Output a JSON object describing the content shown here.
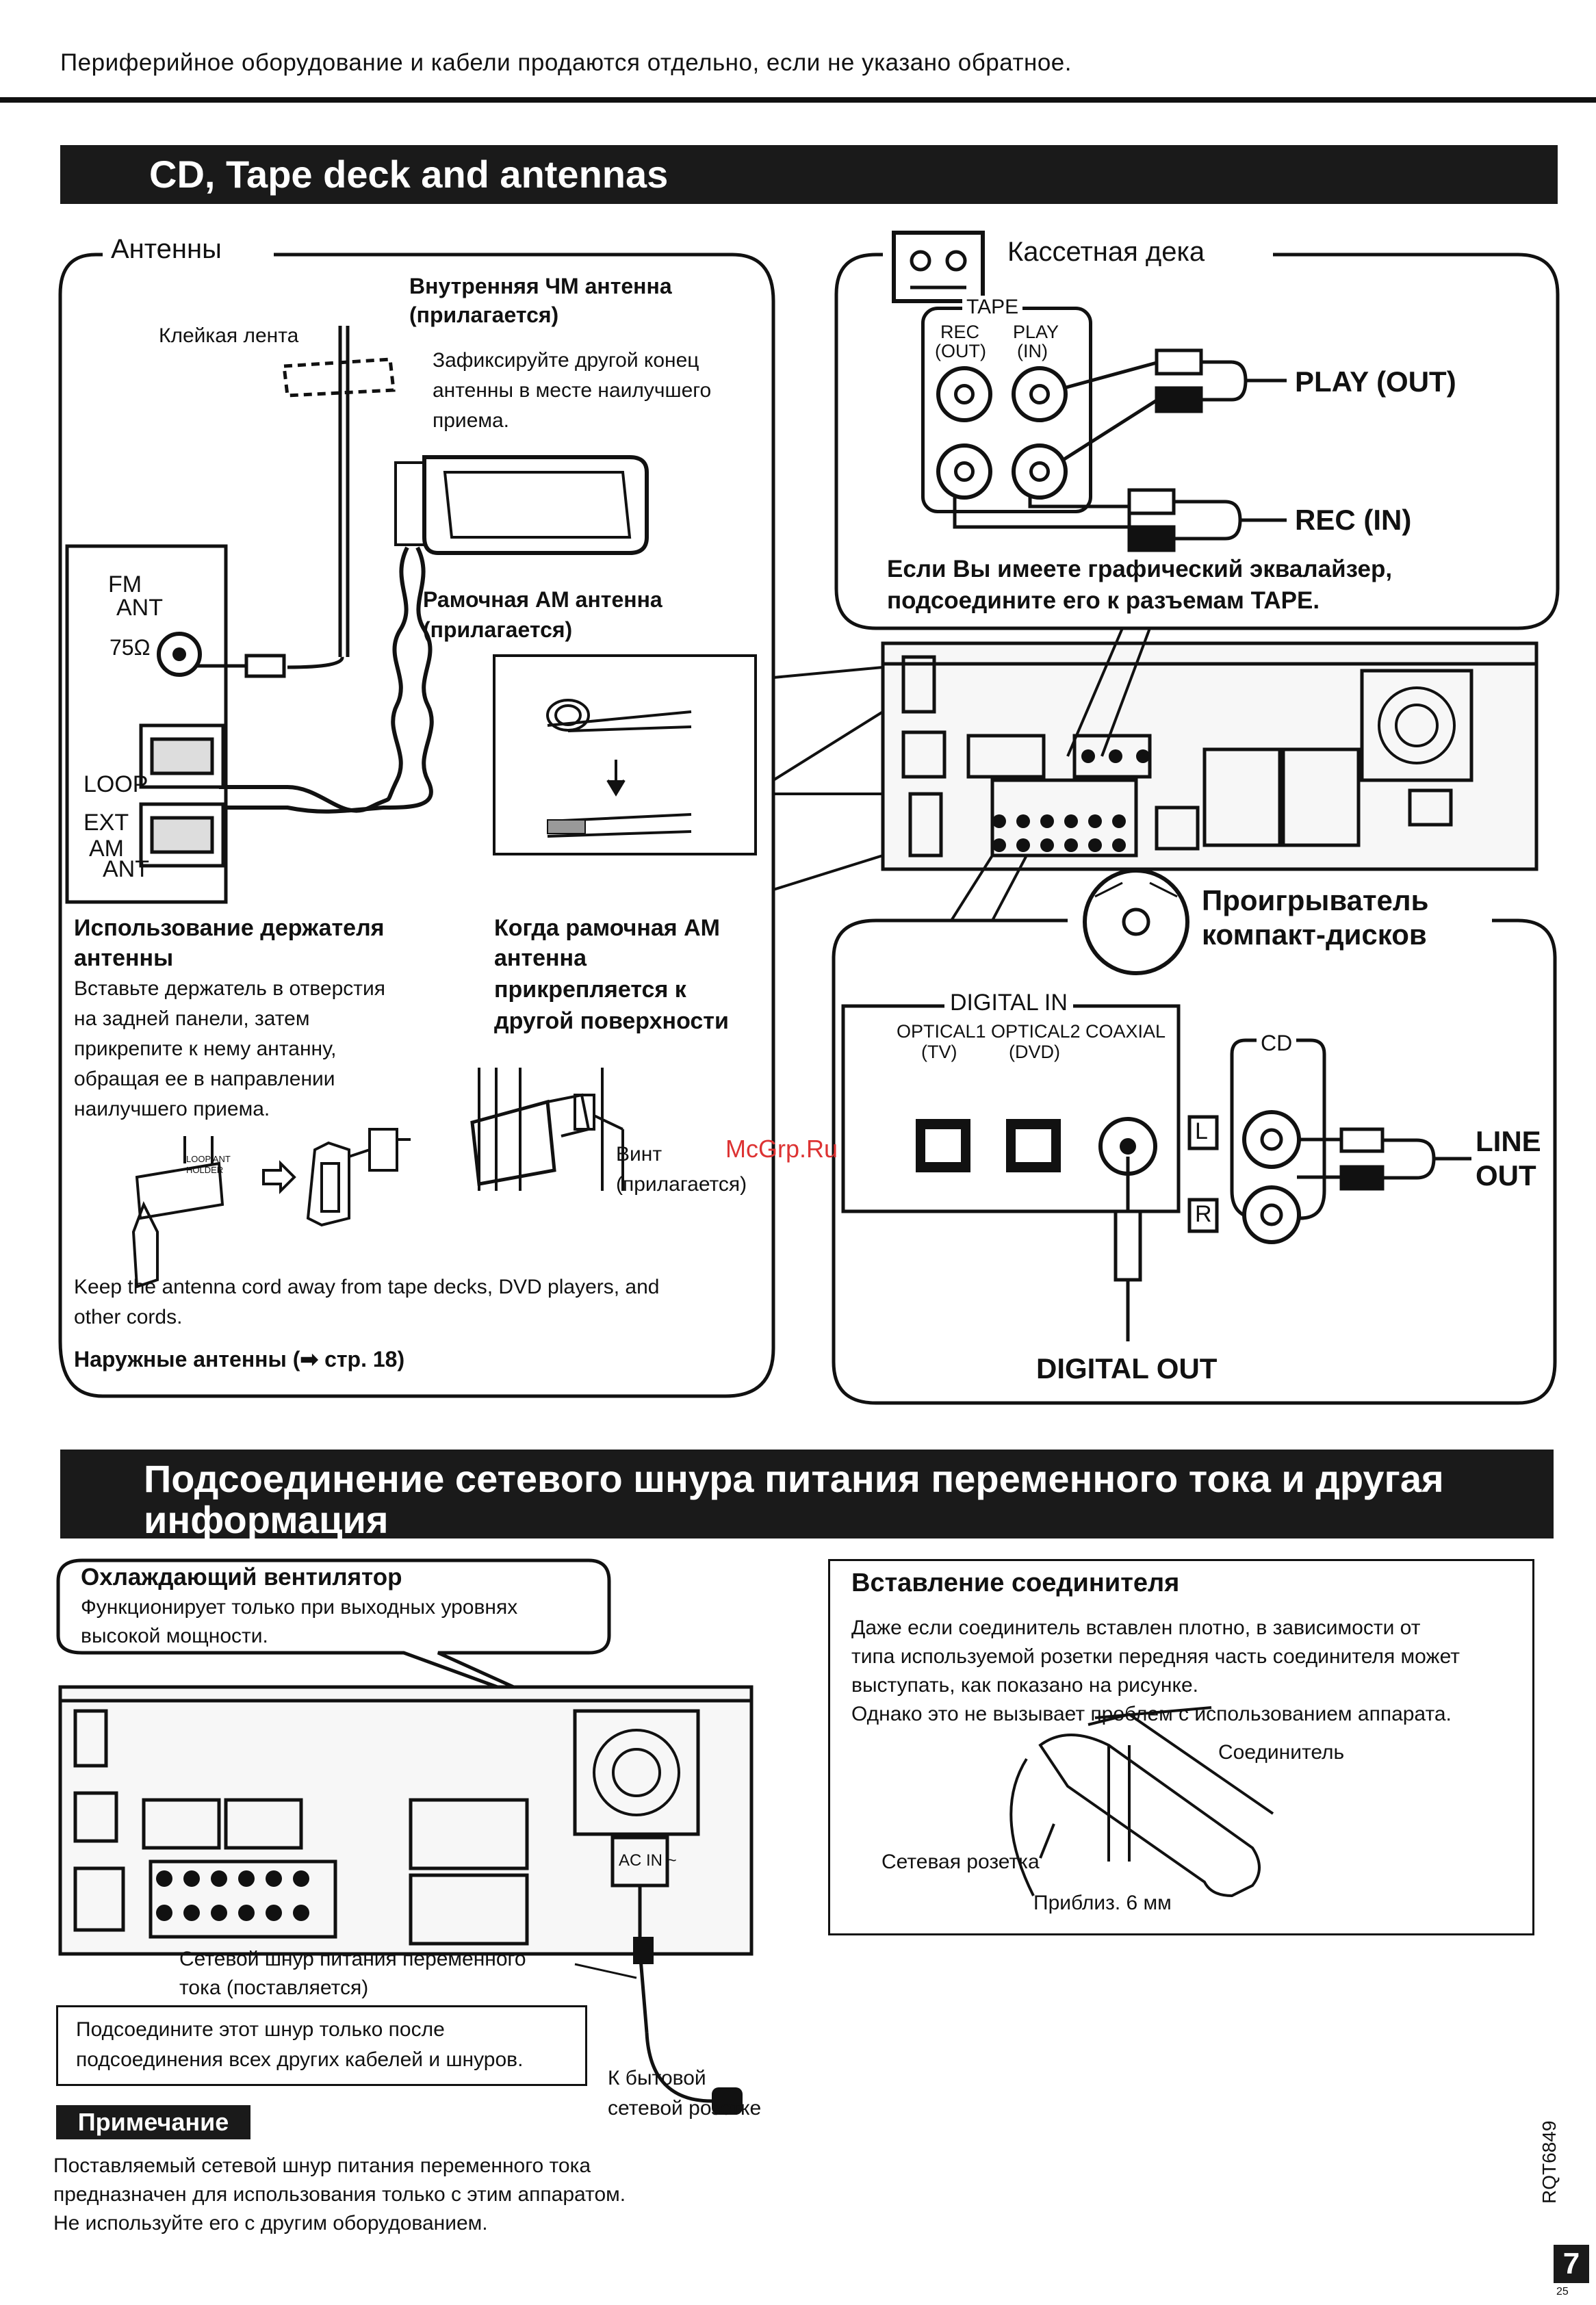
{
  "header": {
    "note": "Периферийное оборудование и кабели продаются отдельно, если не указано обратное."
  },
  "section1": {
    "title": "CD, Tape deck and antennas",
    "antennas": {
      "title": "Антенны",
      "fm_internal_title": "Внутренняя ЧМ антенна",
      "fm_internal_sub": "(прилагается)",
      "tape_label": "Клейкая лента",
      "fix_note": [
        "Зафиксируйте другой конец",
        "антенны в месте наилучшего",
        "приема."
      ],
      "fm_ant": [
        "FM",
        "ANT"
      ],
      "ohm": "75Ω",
      "loop": "LOOP",
      "ext_am_ant": [
        "EXT",
        "AM",
        "ANT"
      ],
      "am_loop_title": "Рамочная АМ антенна",
      "am_loop_sub": "(прилагается)",
      "holder_title": [
        "Использование держателя",
        "антенны"
      ],
      "holder_text": [
        "Вставьте держатель в отверстия",
        "на задней панели, затем",
        "прикрепите к нему антанну,",
        "обращая ее в направлении",
        "наилучшего приема."
      ],
      "holder_label": [
        "LOOP ANT",
        "HOLDER"
      ],
      "attach_title": [
        "Когда рамочная АМ",
        "антенна",
        "прикрепляется к",
        "другой поверхности"
      ],
      "screw": [
        "Винт",
        "(прилагается)"
      ],
      "keep_away": [
        "Keep the antenna cord away from tape decks, DVD players, and",
        "other cords."
      ],
      "outdoor": "Наружные антенны (➡ стр. 18)"
    },
    "tape": {
      "title": "Кассетная дека",
      "group": "TAPE",
      "rec": [
        "REC",
        "(OUT)"
      ],
      "play": [
        "PLAY",
        "(IN)"
      ],
      "play_out": "PLAY (OUT)",
      "rec_in": "REC (IN)",
      "eq_note": [
        "Если Вы имеете графический эквалайзер,",
        "подсоедините его к разъемам TAPE."
      ]
    },
    "cd": {
      "title": [
        "Проигрыватель",
        "компакт-дисков"
      ],
      "digital_in": "DIGITAL IN",
      "optical1": [
        "OPTICAL1",
        "(TV)"
      ],
      "optical2": [
        "OPTICAL2",
        "(DVD)"
      ],
      "coaxial": "COAXIAL",
      "cd_label": "CD",
      "l": "L",
      "r": "R",
      "line_out": [
        "LINE",
        "OUT"
      ],
      "digital_out": "DIGITAL OUT"
    },
    "watermark": "McGrp.Ru"
  },
  "section2": {
    "title": [
      "Подсоединение сетевого шнура питания переменного тока и другая",
      "информация"
    ],
    "fan": {
      "title": "Охлаждающий вентилятор",
      "text": [
        "Функционирует только при выходных уровнях",
        "высокой мощности."
      ]
    },
    "ac_in": "AC IN ~",
    "cord_label": [
      "Сетевой шнур питания переменного",
      "тока (поставляется)"
    ],
    "connect_note": [
      "Подсоедините этот шнур только после",
      "подсоединения всех других кабелей и шнуров."
    ],
    "household": [
      "К бытовой",
      "сетевой розетке"
    ],
    "insert": {
      "title": "Вставление соединителя",
      "text": [
        "Даже если соединитель вставлен плотно, в зависимости от",
        "типа используемой розетки передняя часть соединителя может",
        "выступать, как показано на рисунке.",
        "Однако это не вызывает проблем с использованием аппарата."
      ],
      "connector": "Соединитель",
      "socket": "Сетевая розетка",
      "approx": "Приблиз. 6 мм"
    },
    "remark": {
      "title": "Примечание",
      "text": [
        "Поставляемый сетевой шнур питания переменного тока",
        "предназначен для использования только с этим аппаратом.",
        "Не используйте его с другим оборудованием."
      ]
    }
  },
  "footer": {
    "code": "RQT6849",
    "page": "7",
    "subpage": "25"
  }
}
